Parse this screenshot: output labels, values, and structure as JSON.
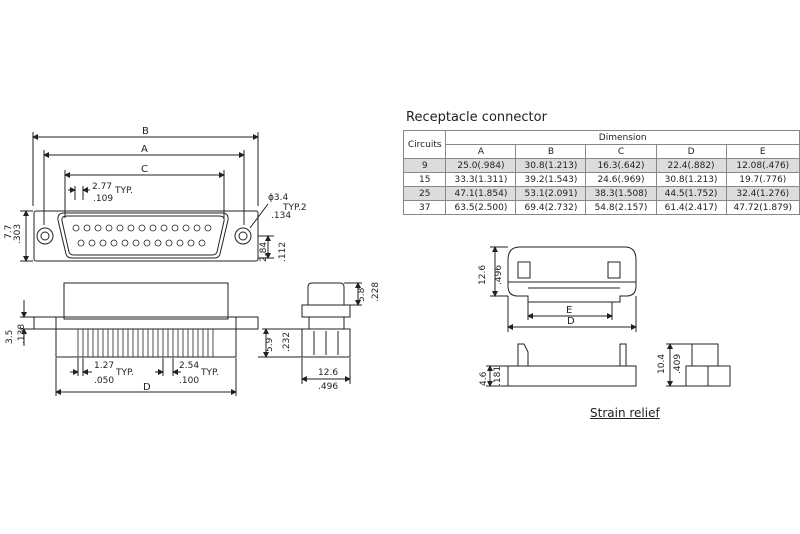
{
  "table": {
    "title": "Receptacle connector",
    "circuits_header": "Circuits",
    "dimension_header": "Dimension",
    "columns": [
      "A",
      "B",
      "C",
      "D",
      "E"
    ],
    "rows": [
      {
        "circuits": "9",
        "values": [
          "25.0(.984)",
          "30.8(1.213)",
          "16.3(.642)",
          "22.4(.882)",
          "12.08(.476)"
        ]
      },
      {
        "circuits": "15",
        "values": [
          "33.3(1.311)",
          "39.2(1.543)",
          "24.6(.969)",
          "30.8(1.213)",
          "19.7(.776)"
        ]
      },
      {
        "circuits": "25",
        "values": [
          "47.1(1.854)",
          "53.1(2.091)",
          "38.3(1.508)",
          "44.5(1.752)",
          "32.4(1.276)"
        ]
      },
      {
        "circuits": "37",
        "values": [
          "63.5(2.500)",
          "69.4(2.732)",
          "54.8(2.157)",
          "61.4(2.417)",
          "47.72(1.879)"
        ]
      }
    ]
  },
  "front_view": {
    "B": "B",
    "A": "A",
    "C": "C",
    "pitch_mm": "2.77",
    "pitch_in": ".109",
    "pitch_typ": "TYP.",
    "hole_dia": "ϕ3.4",
    "hole_typ": "TYP.2",
    "hole_in": ".134",
    "height_mm": "7.7",
    "height_in": ".303",
    "offset_mm": "2.84",
    "offset_in": ".112"
  },
  "side_view": {
    "height_mm": "3.5",
    "height_in": ".138",
    "pitch1_mm": "1.27",
    "pitch1_in": ".050",
    "pitch1_typ": "TYP.",
    "pitch2_mm": "2.54",
    "pitch2_in": ".100",
    "pitch2_typ": "TYP.",
    "D": "D"
  },
  "end_view": {
    "top_mm": "5.8",
    "top_in": ".228",
    "body_mm": "5.9",
    "body_in": ".232",
    "width_mm": "12.6",
    "width_in": ".496"
  },
  "strain_relief": {
    "label": "Strain relief",
    "height_mm": "12.6",
    "height_in": ".496",
    "E": "E",
    "D": "D",
    "side_mm": "4.6",
    "side_in": ".181",
    "end_mm": "10.4",
    "end_in": ".409"
  }
}
